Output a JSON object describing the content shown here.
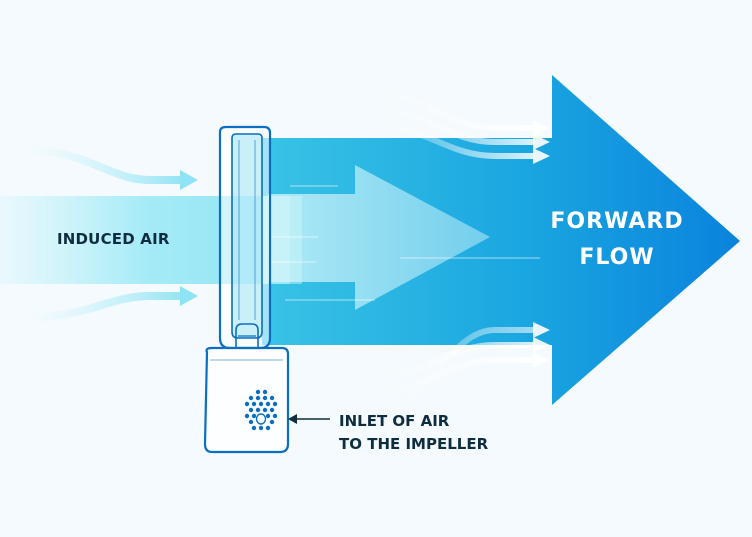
{
  "labels": {
    "induced_air": "INDUCED AIR",
    "forward_flow_line1": "FORWARD",
    "forward_flow_line2": "FLOW",
    "inlet_line1": "INLET OF AIR",
    "inlet_line2": "TO THE IMPELLER"
  },
  "colors": {
    "background": "#f4fafd",
    "arrow_dark": "#0a7fd6",
    "arrow_light": "#29c2e2",
    "induced_air": "#9fe8f5",
    "fan_outline": "#0a6fc0",
    "text_dark": "#0f2d3f",
    "text_light": "#ffffff"
  }
}
